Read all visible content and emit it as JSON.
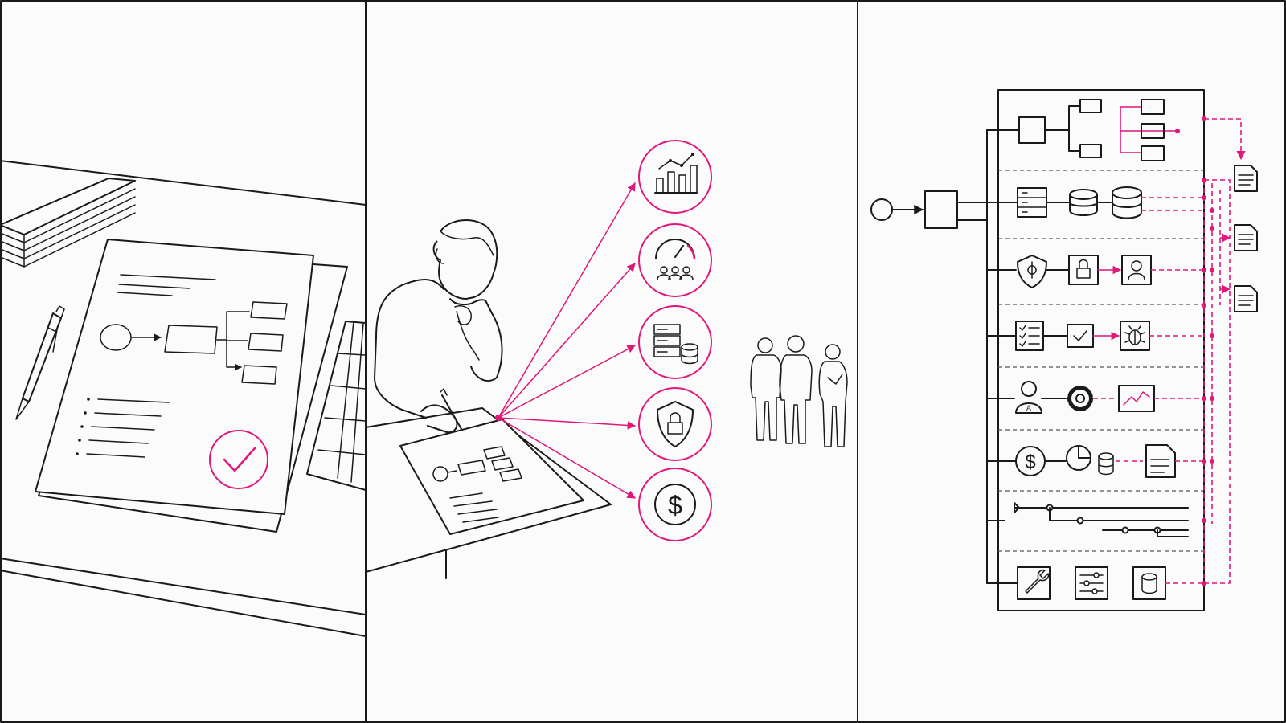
{
  "colors": {
    "accent": "#e0187a",
    "ink": "#1a1a1a",
    "background": "#fbfbfb"
  },
  "panels": [
    {
      "name": "planning-desk-panel",
      "icons": [
        "document-stack-icon",
        "pen-icon",
        "flowchart-document-icon",
        "checkmark-circle-icon",
        "grid-sheet-icon"
      ]
    },
    {
      "name": "architect-panel",
      "icons": [
        "analytics-chart-icon",
        "performance-gauge-icon",
        "server-database-icon",
        "security-shield-lock-icon",
        "cost-dollar-icon",
        "team-people-icon"
      ]
    },
    {
      "name": "architecture-diagram-panel",
      "rows": [
        {
          "name": "hierarchy-row",
          "icons": [
            "node-box-icon",
            "tree-branch-icon"
          ]
        },
        {
          "name": "data-row",
          "icons": [
            "server-rack-icon",
            "database-icon",
            "database-large-icon"
          ]
        },
        {
          "name": "security-row",
          "icons": [
            "shield-icon",
            "lock-icon",
            "user-profile-icon"
          ]
        },
        {
          "name": "testing-row",
          "icons": [
            "checklist-icon",
            "check-box-icon",
            "bug-icon"
          ]
        },
        {
          "name": "operations-row",
          "icons": [
            "user-icon",
            "gear-icon",
            "monitor-chart-icon"
          ]
        },
        {
          "name": "cost-row",
          "icons": [
            "dollar-icon",
            "pie-database-icon",
            "report-document-icon"
          ]
        },
        {
          "name": "timeline-row",
          "icons": [
            "timeline-icon"
          ]
        },
        {
          "name": "tools-row",
          "icons": [
            "wrench-icon",
            "sliders-icon",
            "storage-icon"
          ]
        }
      ],
      "outputs": [
        "output-document-icon",
        "output-document-icon",
        "output-document-icon"
      ]
    }
  ]
}
